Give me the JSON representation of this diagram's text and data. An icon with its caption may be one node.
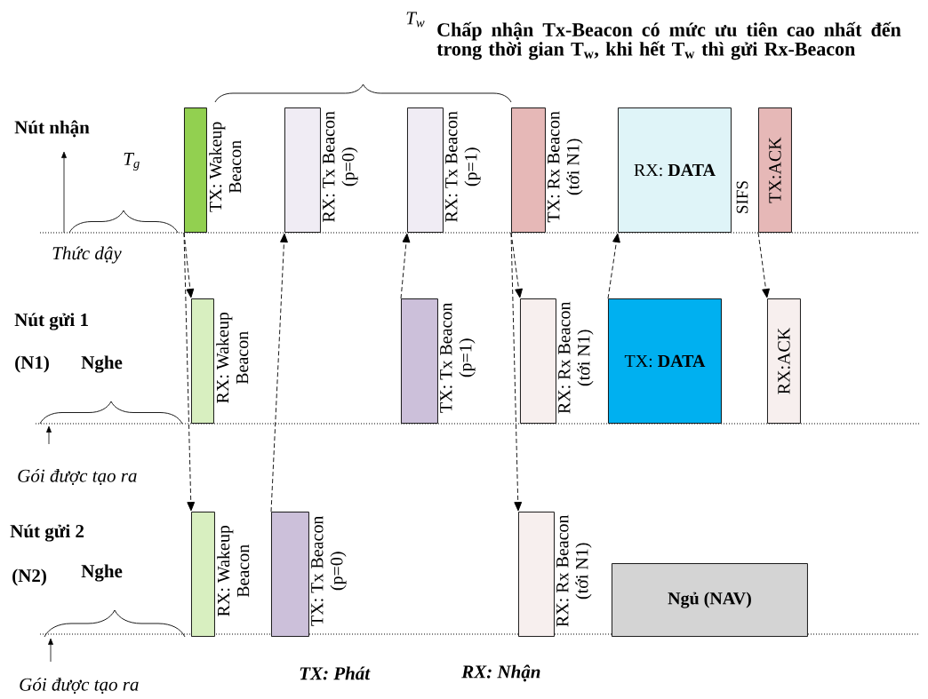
{
  "diagram": {
    "nodes": [
      {
        "text": [],
        "shape": "bar",
        "beside": [
          "TX: Wakeup Beacon"
        ]
      },
      {
        "text": [],
        "shape": "bar",
        "beside": [
          "RX: Tx Beacon (p=0)"
        ]
      },
      {
        "text": [],
        "shape": "bar",
        "beside": [
          "RX: Tx Beacon (p=1)"
        ]
      },
      {
        "text": [],
        "shape": "bar",
        "beside": [
          "TX: Rx Beacon (tới N1)"
        ]
      },
      {
        "text": [
          "RX: **DATA**"
        ]
      },
      {
        "text": [
          "TX:ACK"
        ]
      },
      {
        "text": [],
        "shape": "bar",
        "beside": [
          "RX: Wakeup Beacon"
        ]
      },
      {
        "text": [],
        "shape": "bar",
        "beside": [
          "TX: Tx Beacon (p=1)"
        ]
      },
      {
        "text": [],
        "shape": "bar",
        "beside": [
          "RX: Rx Beacon (tới N1)"
        ]
      },
      {
        "text": [
          "TX: **DATA**"
        ]
      },
      {
        "text": [
          "RX:ACK"
        ]
      },
      {
        "text": [],
        "shape": "bar",
        "beside": [
          "RX: Wakeup Beacon"
        ]
      },
      {
        "text": [],
        "shape": "bar",
        "beside": [
          "TX: Tx Beacon (p=0)"
        ]
      },
      {
        "text": [],
        "shape": "bar",
        "beside": [
          "RX: Rx Beacon (tới N1)"
        ]
      },
      {
        "text": [
          "Ngủ (NAV)"
        ]
      }
    ],
    "edges": [
      {
        "from": 0,
        "to": 6,
        "arrow": "to",
        "style": "dashed"
      },
      {
        "from": 0,
        "to": 11,
        "arrow": "to",
        "style": "dashed"
      },
      {
        "from": 12,
        "to": 1,
        "arrow": "to",
        "style": "dashed"
      },
      {
        "from": 7,
        "to": 2,
        "arrow": "to",
        "style": "dashed"
      },
      {
        "from": 3,
        "to": 8,
        "arrow": "to",
        "style": "dashed"
      },
      {
        "from": 3,
        "to": 13,
        "arrow": "to",
        "style": "dashed"
      },
      {
        "from": 9,
        "to": 4,
        "arrow": "to",
        "style": "dashed"
      },
      {
        "from": 5,
        "to": 10,
        "arrow": "to",
        "style": "dashed"
      }
    ],
    "labels": [
      "T$_{w}$",
      "Chấp nhận Tx-Beacon có mức ưu tiên cao nhất đến trong thời gian T$_{w}$, khi hết T$_{w}$ thì gửi Rx-Beacon",
      "Nút nhận",
      "T$_{g}$",
      "Thức dậy",
      "SIFS",
      "Nút gửi 1",
      "(N1)",
      "Nghe",
      "Gói được tạo ra",
      "Nút gửi 2",
      "(N2)",
      "Nghe",
      "Gói được tạo ra",
      "TX: Phát",
      "RX: Nhận"
    ]
  }
}
